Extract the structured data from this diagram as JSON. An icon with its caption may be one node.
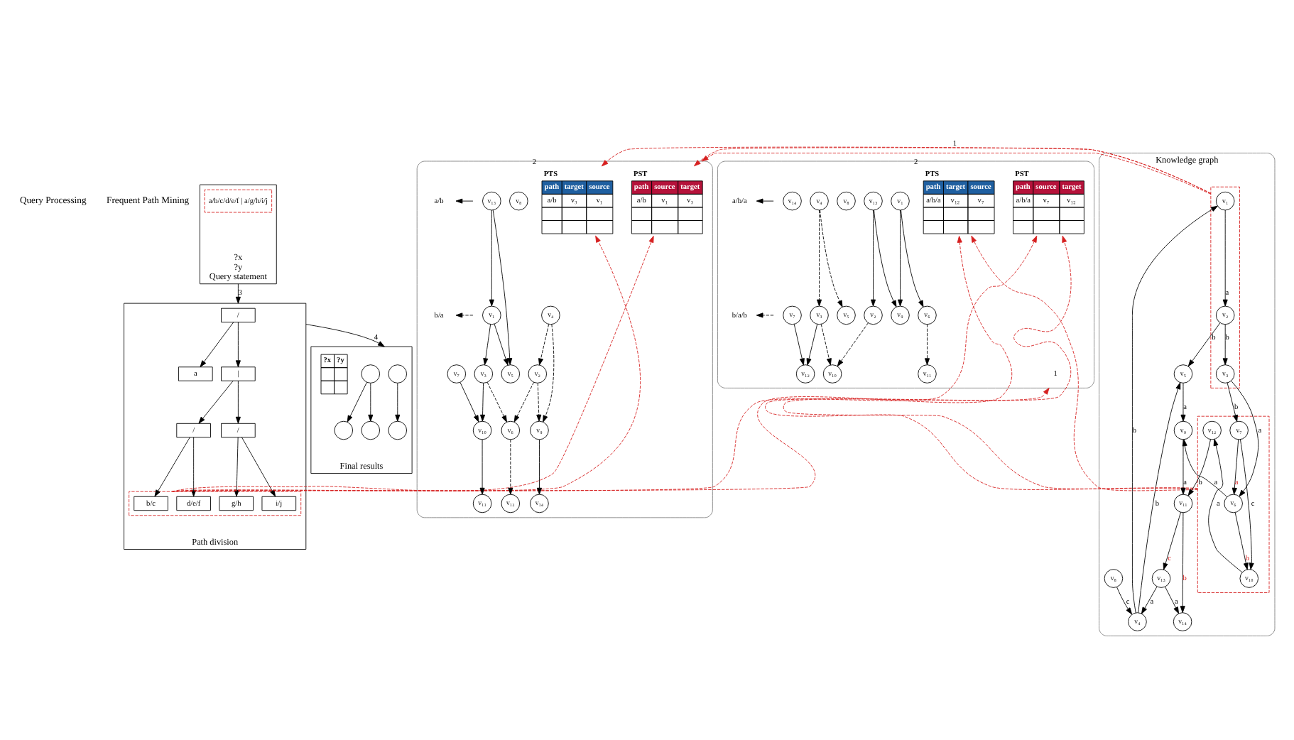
{
  "diagram": {
    "nodes": [
      {
        "text": [
          "?x",
          "?y",
          "Query statement"
        ]
      },
      {
        "text": [
          "a/b/c/d/e/f | a/g/h/i/j"
        ],
        "in": 0
      },
      {
        "text": [
          "Path division"
        ]
      },
      {
        "text": [
          "/"
        ],
        "in": 2
      },
      {
        "text": [
          "a"
        ],
        "in": 2
      },
      {
        "text": [
          "|"
        ],
        "in": 2
      },
      {
        "text": [
          "/"
        ],
        "in": 2
      },
      {
        "text": [
          "/"
        ],
        "in": 2
      },
      {
        "text": [],
        "shape": "box",
        "in": 2
      },
      {
        "text": [
          "b/c"
        ],
        "in": 8
      },
      {
        "text": [
          "d/e/f"
        ],
        "in": 8
      },
      {
        "text": [
          "g/h"
        ],
        "in": 8
      },
      {
        "text": [
          "i/j"
        ],
        "in": 8
      },
      {
        "text": [
          "Final results"
        ]
      },
      {
        "text": [],
        "shape": "circle",
        "in": 13
      },
      {
        "text": [],
        "shape": "circle",
        "in": 13
      },
      {
        "text": [],
        "shape": "circle",
        "in": 13
      },
      {
        "text": [],
        "shape": "circle",
        "in": 13
      },
      {
        "text": [],
        "shape": "circle",
        "in": 13
      },
      {
        "text": [
          "?x",
          "?y"
        ],
        "in": 13
      },
      {
        "text": [],
        "shape": "box"
      },
      {
        "text": [
          "PST",
          "path",
          "source",
          "target",
          "a/b",
          "v₁",
          "v₃"
        ],
        "in": 20
      },
      {
        "text": [
          "PTS",
          "path",
          "target",
          "source",
          "a/b",
          "v₃",
          "v₁"
        ],
        "in": 20,
        "beside": [
          "2"
        ]
      },
      {
        "text": [
          "v₁"
        ],
        "in": 20
      },
      {
        "text": [
          "v₂"
        ],
        "in": 20
      },
      {
        "text": [
          "v₃"
        ],
        "in": 20
      },
      {
        "text": [
          "v₄"
        ],
        "in": 20
      },
      {
        "text": [
          "v₅"
        ],
        "in": 20
      },
      {
        "text": [
          "v₆"
        ],
        "in": 20
      },
      {
        "text": [
          "v₇"
        ],
        "in": 20
      },
      {
        "text": [
          "v₈"
        ],
        "in": 20
      },
      {
        "text": [
          "v₉"
        ],
        "in": 20
      },
      {
        "text": [
          "v₁₀"
        ],
        "in": 20
      },
      {
        "text": [
          "v₁₁"
        ],
        "in": 20
      },
      {
        "text": [
          "v₁₂"
        ],
        "in": 20
      },
      {
        "text": [
          "v₁₃"
        ],
        "in": 20
      },
      {
        "text": [
          "v₁₄"
        ],
        "in": 20
      },
      {
        "text": [],
        "shape": "box"
      },
      {
        "text": [
          "PST",
          "path",
          "source",
          "target",
          "a/b/a",
          "v₇",
          "v₁₂"
        ],
        "in": 37
      },
      {
        "text": [
          "PTS",
          "path",
          "target",
          "source",
          "a/b/a",
          "v₁₂",
          "v₇"
        ],
        "in": 37,
        "beside": [
          "2"
        ]
      },
      {
        "text": [
          "v₁"
        ],
        "in": 37
      },
      {
        "text": [
          "v₂"
        ],
        "in": 37
      },
      {
        "text": [
          "v₃"
        ],
        "in": 37
      },
      {
        "text": [
          "v₄"
        ],
        "in": 37
      },
      {
        "text": [
          "v₅"
        ],
        "in": 37
      },
      {
        "text": [
          "v₆"
        ],
        "in": 37
      },
      {
        "text": [
          "v₇"
        ],
        "in": 37
      },
      {
        "text": [
          "v₈"
        ],
        "in": 37
      },
      {
        "text": [
          "v₉"
        ],
        "in": 37
      },
      {
        "text": [
          "v₁₀"
        ],
        "in": 37
      },
      {
        "text": [
          "v₁₁"
        ],
        "in": 37
      },
      {
        "text": [
          "v₁₂"
        ],
        "in": 37
      },
      {
        "text": [
          "v₁₃"
        ],
        "in": 37
      },
      {
        "text": [
          "v₁₄"
        ],
        "in": 37
      },
      {
        "text": [
          "Knowledge graph"
        ]
      },
      {
        "text": [],
        "shape": "box",
        "in": 54
      },
      {
        "text": [
          "v₁"
        ],
        "in": 55
      },
      {
        "text": [
          "v₂"
        ],
        "in": 55
      },
      {
        "text": [
          "v₃"
        ],
        "in": 55
      },
      {
        "text": [
          "v₄"
        ],
        "in": 54
      },
      {
        "text": [
          "v₅"
        ],
        "in": 54
      },
      {
        "text": [],
        "shape": "box",
        "in": 54
      },
      {
        "text": [
          "v₆"
        ],
        "in": 61
      },
      {
        "text": [
          "v₇"
        ],
        "in": 61
      },
      {
        "text": [
          "v₈"
        ],
        "in": 54
      },
      {
        "text": [
          "v₉"
        ],
        "in": 54
      },
      {
        "text": [
          "v₁₀"
        ],
        "in": 61
      },
      {
        "text": [
          "v₁₁"
        ],
        "in": 54
      },
      {
        "text": [
          "v₁₂"
        ],
        "in": 61
      },
      {
        "text": [
          "v₁₃"
        ],
        "in": 54
      },
      {
        "text": [
          "v₁₄"
        ],
        "in": 54
      }
    ],
    "edges": [
      {
        "from": 0,
        "to": 2,
        "arrow": "to",
        "label": "3"
      },
      {
        "from": 2,
        "to": 13,
        "arrow": "to",
        "label": "4"
      },
      {
        "from": 3,
        "to": 4,
        "arrow": "to"
      },
      {
        "from": 3,
        "to": 5,
        "arrow": "to"
      },
      {
        "from": 5,
        "to": 6,
        "arrow": "to"
      },
      {
        "from": 5,
        "to": 7,
        "arrow": "to"
      },
      {
        "from": 6,
        "to": 9,
        "arrow": "to"
      },
      {
        "from": 6,
        "to": 10,
        "arrow": "to"
      },
      {
        "from": 7,
        "to": 11,
        "arrow": "to"
      },
      {
        "from": 7,
        "to": 12,
        "arrow": "to"
      },
      {
        "from": 14,
        "to": 15,
        "arrow": "to"
      },
      {
        "from": 16,
        "to": 17,
        "arrow": "to"
      },
      {
        "from": 16,
        "to": 18,
        "arrow": "to"
      },
      {
        "from": 8,
        "to": 21,
        "arrow": "to",
        "style": "dashed",
        "color": "#d62020"
      },
      {
        "from": 8,
        "to": 22,
        "arrow": "to",
        "style": "dashed",
        "color": "#d62020"
      },
      {
        "from": 8,
        "to": 38,
        "arrow": "to",
        "style": "dashed",
        "color": "#d62020"
      },
      {
        "from": 8,
        "to": 39,
        "arrow": "to",
        "style": "dashed",
        "color": "#d62020"
      },
      {
        "from": 55,
        "to": 20,
        "arrow": "to",
        "style": "dashed",
        "color": "#d62020",
        "label": "1"
      },
      {
        "from": 55,
        "to": 21,
        "arrow": "to",
        "style": "dashed",
        "color": "#d62020"
      },
      {
        "from": 55,
        "to": 22,
        "arrow": "to",
        "style": "dashed",
        "color": "#d62020"
      },
      {
        "from": 61,
        "to": 37,
        "arrow": "to",
        "style": "dashed",
        "color": "#d62020",
        "label": "1"
      },
      {
        "from": 61,
        "to": 38,
        "arrow": "to",
        "style": "dashed",
        "color": "#d62020"
      },
      {
        "from": 61,
        "to": 39,
        "arrow": "to",
        "style": "dashed",
        "color": "#d62020"
      },
      {
        "from": 23,
        "to": 25,
        "arrow": "to"
      },
      {
        "from": 23,
        "to": 27,
        "arrow": "to"
      },
      {
        "from": 35,
        "to": 23,
        "arrow": "to"
      },
      {
        "from": 35,
        "to": 27,
        "arrow": "to"
      },
      {
        "from": 31,
        "to": 36,
        "arrow": "to"
      },
      {
        "from": 25,
        "to": 32,
        "arrow": "to"
      },
      {
        "from": 29,
        "to": 32,
        "arrow": "to"
      },
      {
        "from": 32,
        "to": 33,
        "arrow": "to"
      },
      {
        "from": 26,
        "to": 24,
        "arrow": "to",
        "style": "dashed"
      },
      {
        "from": 26,
        "to": 31,
        "arrow": "to",
        "style": "dashed"
      },
      {
        "from": 24,
        "to": 31,
        "arrow": "to",
        "style": "dashed"
      },
      {
        "from": 24,
        "to": 28,
        "arrow": "to",
        "style": "dashed"
      },
      {
        "from": 25,
        "to": 28,
        "arrow": "to",
        "style": "dashed"
      },
      {
        "from": 28,
        "to": 34,
        "arrow": "to",
        "style": "dashed"
      },
      {
        "from": 52,
        "to": 41,
        "arrow": "to"
      },
      {
        "from": 40,
        "to": 48,
        "arrow": "to"
      },
      {
        "from": 40,
        "to": 45,
        "arrow": "to"
      },
      {
        "from": 52,
        "to": 48,
        "arrow": "to"
      },
      {
        "from": 42,
        "to": 51,
        "arrow": "to"
      },
      {
        "from": 46,
        "to": 51,
        "arrow": "to"
      },
      {
        "from": 43,
        "to": 42,
        "arrow": "to",
        "style": "dashed"
      },
      {
        "from": 43,
        "to": 44,
        "arrow": "to",
        "style": "dashed"
      },
      {
        "from": 41,
        "to": 49,
        "arrow": "to",
        "style": "dashed"
      },
      {
        "from": 42,
        "to": 49,
        "arrow": "to",
        "style": "dashed"
      },
      {
        "from": 45,
        "to": 50,
        "arrow": "to",
        "style": "dashed"
      },
      {
        "from": 56,
        "to": 57,
        "arrow": "to",
        "label": "a"
      },
      {
        "from": 57,
        "to": 58,
        "arrow": "to",
        "label": "b"
      },
      {
        "from": 57,
        "to": 60,
        "arrow": "to",
        "label": "b"
      },
      {
        "from": 58,
        "to": 62,
        "arrow": "to",
        "label": "a"
      },
      {
        "from": 58,
        "to": 63,
        "arrow": "to",
        "label": "b"
      },
      {
        "from": 59,
        "to": 56,
        "arrow": "to",
        "label": "b"
      },
      {
        "from": 59,
        "to": 60,
        "arrow": "to",
        "label": "b"
      },
      {
        "from": 64,
        "to": 59,
        "arrow": "to",
        "label": "c"
      },
      {
        "from": 63,
        "to": 62,
        "arrow": "to",
        "label": "a"
      },
      {
        "from": 62,
        "to": 66,
        "arrow": "to",
        "label": "b"
      },
      {
        "from": 63,
        "to": 66,
        "arrow": "to",
        "label": "c"
      },
      {
        "from": 62,
        "to": 65,
        "arrow": "to",
        "label": "a"
      },
      {
        "from": 60,
        "to": 65,
        "arrow": "to",
        "label": "a"
      },
      {
        "from": 66,
        "to": 68,
        "arrow": "to",
        "label": "a"
      },
      {
        "from": 65,
        "to": 67,
        "arrow": "to",
        "label": "a"
      },
      {
        "from": 68,
        "to": 67,
        "arrow": "to",
        "label": "b"
      },
      {
        "from": 67,
        "to": 69,
        "arrow": "to",
        "label": "c"
      },
      {
        "from": 67,
        "to": 70,
        "arrow": "to",
        "label": "b"
      },
      {
        "from": 69,
        "to": 70,
        "arrow": "to",
        "label": "a"
      },
      {
        "from": 69,
        "to": 59,
        "arrow": "to",
        "label": "a"
      }
    ],
    "labels": [
      "Query Processing",
      "Frequent Path Mining"
    ],
    "legend": [
      {
        "text": "a/b"
      },
      {
        "text": "b/a"
      },
      {
        "text": "a/b/a"
      },
      {
        "text": "b/a/b"
      }
    ]
  }
}
